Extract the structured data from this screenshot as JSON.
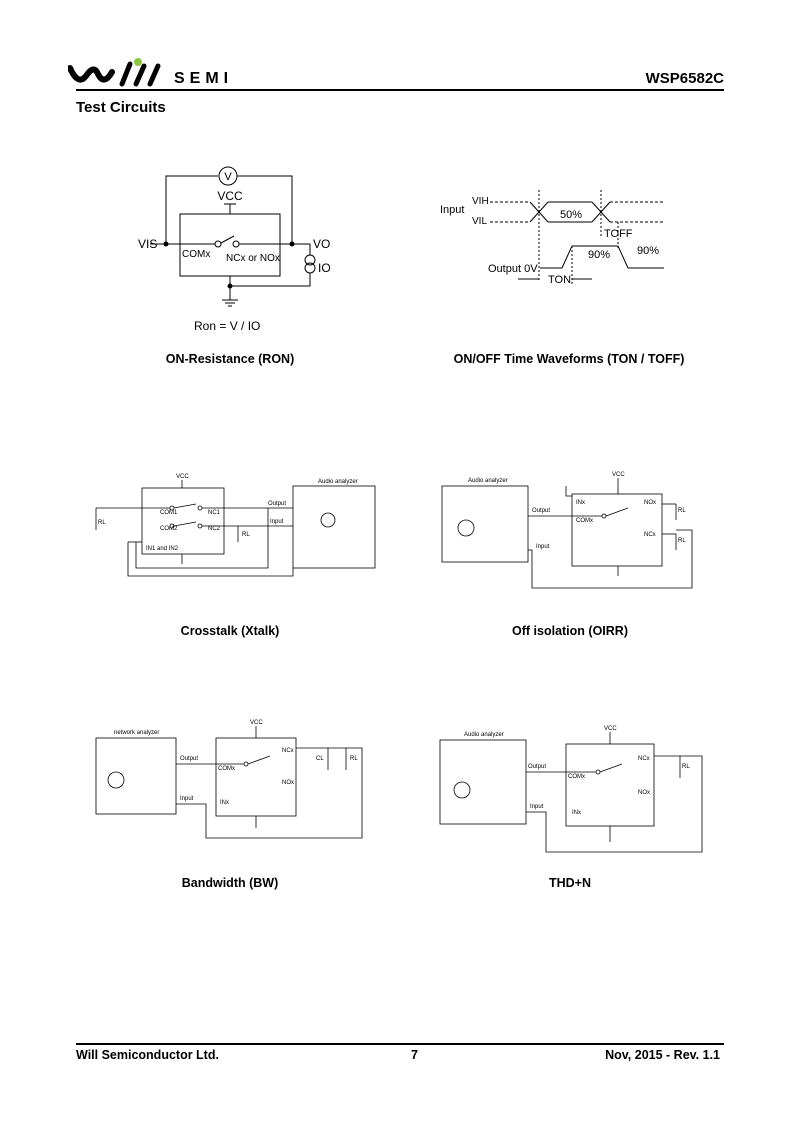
{
  "header": {
    "logo_text": "SEMI",
    "part_number": "WSP6582C"
  },
  "section_title": "Test Circuits",
  "figures": {
    "ron": {
      "caption": "ON-Resistance (RON)",
      "voltmeter": "V",
      "vcc": "VCC",
      "vis": "VIS",
      "vo": "VO",
      "io": "IO",
      "com": "COMx",
      "no": "NCx or NOx",
      "formula": "Ron = V / IO"
    },
    "onoff": {
      "caption": "ON/OFF Time Waveforms (TON / TOFF)",
      "input": "Input",
      "vih": "VIH",
      "vil": "VIL",
      "fifty": "50%",
      "toff": "TOFF",
      "ninety_left": "90%",
      "ninety_right": "90%",
      "output": "Output 0V",
      "ton": "TON"
    },
    "xtalk": {
      "caption": "Crosstalk (Xtalk)",
      "vcc": "VCC",
      "analyzer": "Audio analyzer",
      "output": "Output",
      "input": "Input",
      "com1": "COM1",
      "com2": "COM2",
      "nc1": "NC1",
      "nc2": "NC2",
      "in": "IN1 and IN2",
      "rl": "RL",
      "rl2": "RL"
    },
    "oirr": {
      "caption": "Off isolation (OIRR)",
      "vcc": "VCC",
      "analyzer": "Audio analyzer",
      "output": "Output",
      "input": "Input",
      "in": "INx",
      "com": "COMx",
      "no": "NOx",
      "nc": "NCx",
      "rl": "RL",
      "rl2": "RL"
    },
    "bw": {
      "caption": "Bandwidth (BW)",
      "vcc": "VCC",
      "analyzer": "network analyzer",
      "output": "Output",
      "input": "Input",
      "in": "INx",
      "com": "COMx",
      "nc": "NCx",
      "no": "NOx",
      "cl": "CL",
      "rl": "RL"
    },
    "thd": {
      "caption": "THD+N",
      "vcc": "VCC",
      "analyzer": "Audio analyzer",
      "output": "Output",
      "input": "Input",
      "in": "INx",
      "com": "COMx",
      "nc": "NCx",
      "no": "NOx",
      "rl": "RL"
    }
  },
  "footer": {
    "company": "Will Semiconductor Ltd.",
    "page": "7",
    "date_rev": "Nov, 2015 - Rev. 1.1"
  },
  "colors": {
    "logo_dot": "#8cc63f",
    "ink": "#000000"
  }
}
